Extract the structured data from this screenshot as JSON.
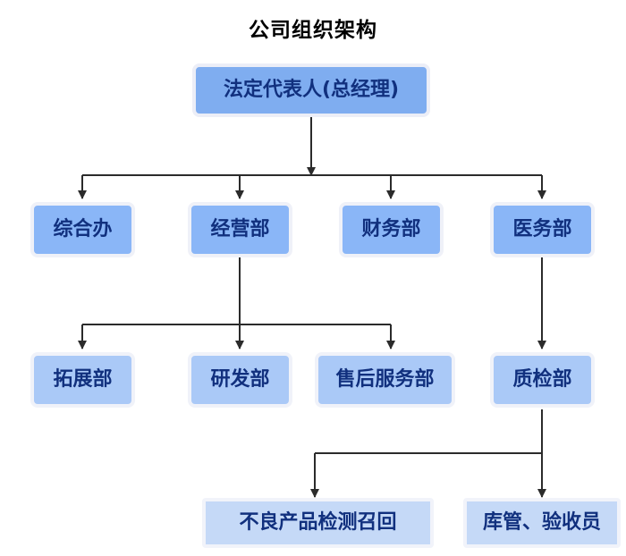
{
  "title": "公司组织架构",
  "theme": {
    "background": "#ffffff",
    "title_color": "#000000",
    "node_text_color": "#11307e",
    "edge_color": "#2b2b2b",
    "level_colors": {
      "root": "#7fadf0",
      "level1": "#8ab6f7",
      "level2": "#aac9f7",
      "level3": "#c5d9f7"
    },
    "node_border": "#eff1f8"
  },
  "chart_data": {
    "type": "diagram",
    "diagram_kind": "organization-chart",
    "title": "公司组织架构",
    "orientation": "top-down",
    "levels": 4,
    "nodes": [
      {
        "id": "n0",
        "label": "法定代表人(总经理)",
        "level": 0,
        "parent": null
      },
      {
        "id": "n1",
        "label": "综合办",
        "level": 1,
        "parent": "n0"
      },
      {
        "id": "n2",
        "label": "经营部",
        "level": 1,
        "parent": "n0"
      },
      {
        "id": "n3",
        "label": "财务部",
        "level": 1,
        "parent": "n0"
      },
      {
        "id": "n4",
        "label": "医务部",
        "level": 1,
        "parent": "n0"
      },
      {
        "id": "n5",
        "label": "拓展部",
        "level": 2,
        "parent": "n2"
      },
      {
        "id": "n6",
        "label": "研发部",
        "level": 2,
        "parent": "n2"
      },
      {
        "id": "n7",
        "label": "售后服务部",
        "level": 2,
        "parent": "n2"
      },
      {
        "id": "n8",
        "label": "质检部",
        "level": 2,
        "parent": "n4"
      },
      {
        "id": "n9",
        "label": "不良产品检测召回",
        "level": 3,
        "parent": "n8"
      },
      {
        "id": "n10",
        "label": "库管、验收员",
        "level": 3,
        "parent": "n8"
      }
    ],
    "edges": [
      {
        "from": "n0",
        "to": "n1"
      },
      {
        "from": "n0",
        "to": "n2"
      },
      {
        "from": "n0",
        "to": "n3"
      },
      {
        "from": "n0",
        "to": "n4"
      },
      {
        "from": "n2",
        "to": "n5"
      },
      {
        "from": "n2",
        "to": "n6"
      },
      {
        "from": "n2",
        "to": "n7"
      },
      {
        "from": "n4",
        "to": "n8"
      },
      {
        "from": "n8",
        "to": "n9"
      },
      {
        "from": "n8",
        "to": "n10"
      }
    ]
  },
  "nodes": {
    "n0": {
      "label": "法定代表人(总经理)"
    },
    "n1": {
      "label": "综合办"
    },
    "n2": {
      "label": "经营部"
    },
    "n3": {
      "label": "财务部"
    },
    "n4": {
      "label": "医务部"
    },
    "n5": {
      "label": "拓展部"
    },
    "n6": {
      "label": "研发部"
    },
    "n7": {
      "label": "售后服务部"
    },
    "n8": {
      "label": "质检部"
    },
    "n9": {
      "label": "不良产品检测召回"
    },
    "n10": {
      "label": "库管、验收员"
    }
  }
}
